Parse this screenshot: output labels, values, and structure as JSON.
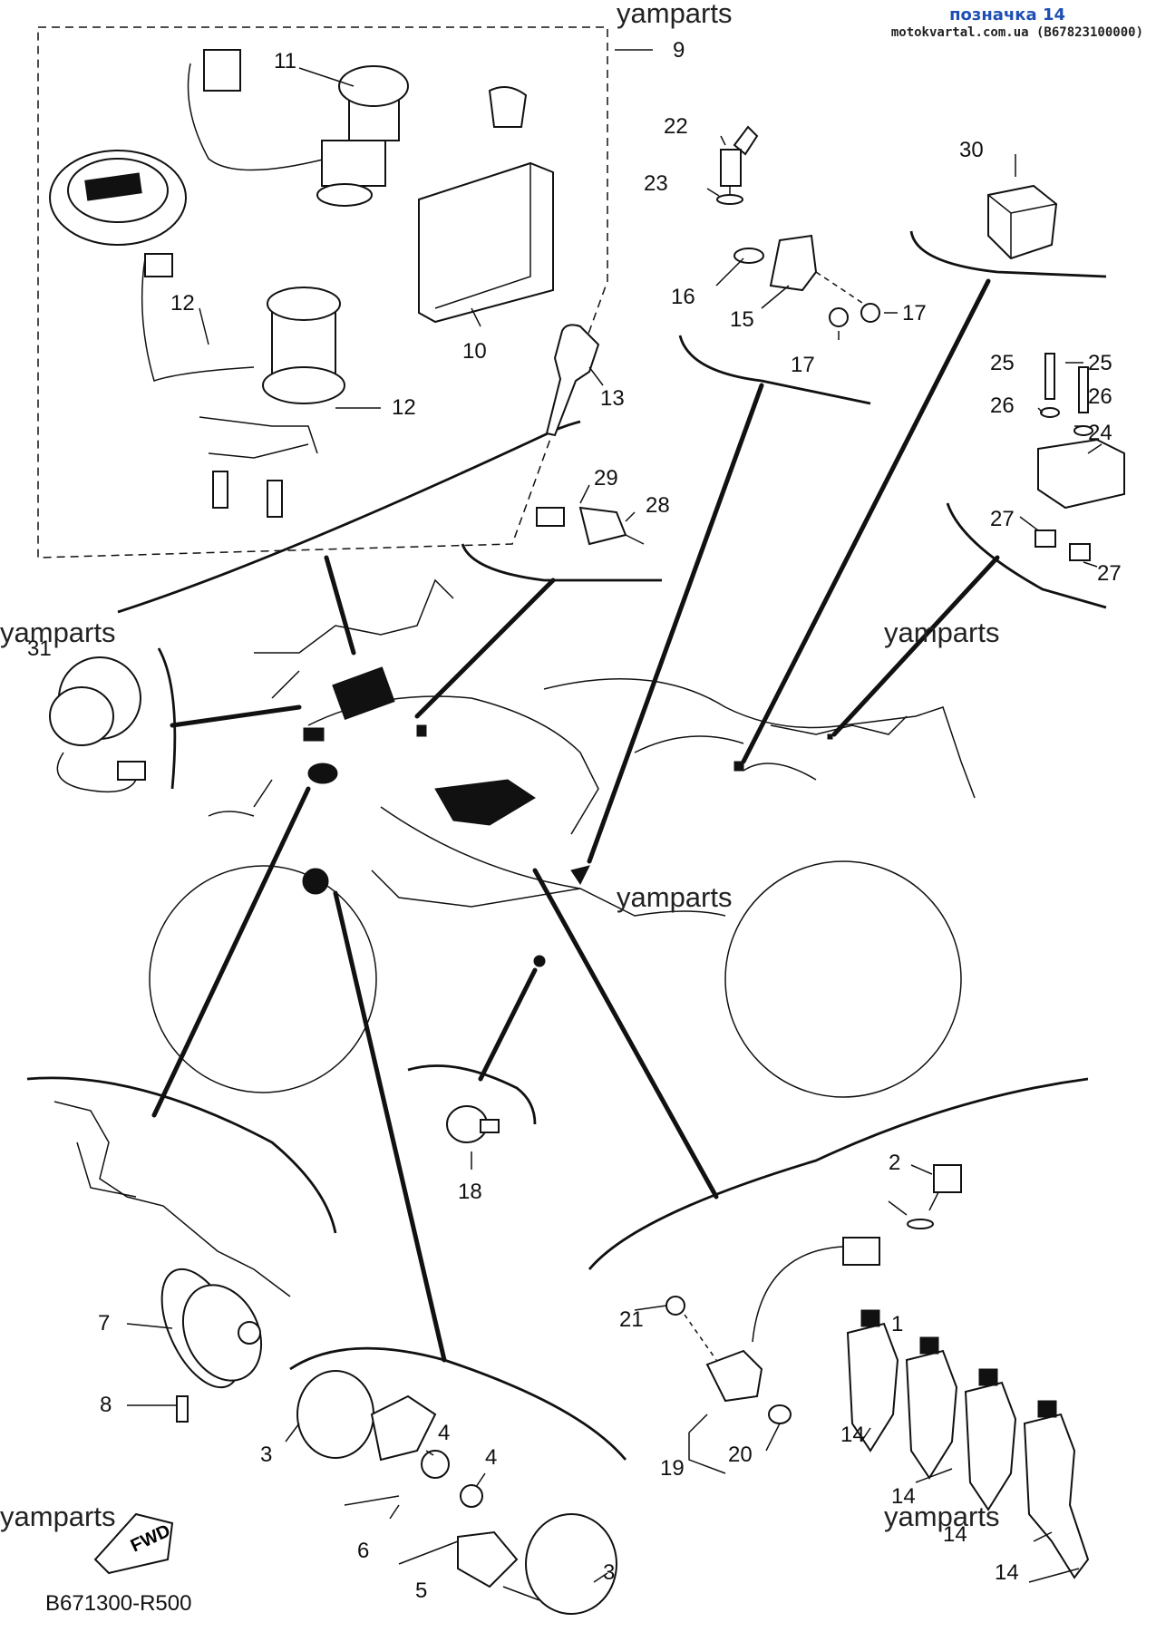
{
  "header": {
    "title": "позначка 14",
    "source": "motokvartal.com.ua (B67823100000)"
  },
  "watermark": "yamparts",
  "diagram_code": "B671300-R500",
  "fwd_label": "FWD",
  "callouts": {
    "c1": "1",
    "c2": "2",
    "c3a": "3",
    "c3b": "3",
    "c4a": "4",
    "c4b": "4",
    "c5": "5",
    "c6": "6",
    "c7": "7",
    "c8": "8",
    "c9": "9",
    "c10": "10",
    "c11": "11",
    "c12a": "12",
    "c12b": "12",
    "c13": "13",
    "c14a": "14",
    "c14b": "14",
    "c14c": "14",
    "c14d": "14",
    "c15": "15",
    "c16": "16",
    "c17a": "17",
    "c17b": "17",
    "c18": "18",
    "c19": "19",
    "c20": "20",
    "c21": "21",
    "c22": "22",
    "c23": "23",
    "c24": "24",
    "c25a": "25",
    "c25b": "25",
    "c26a": "26",
    "c26b": "26",
    "c27a": "27",
    "c27b": "27",
    "c28": "28",
    "c29": "29",
    "c30": "30",
    "c31": "31"
  }
}
